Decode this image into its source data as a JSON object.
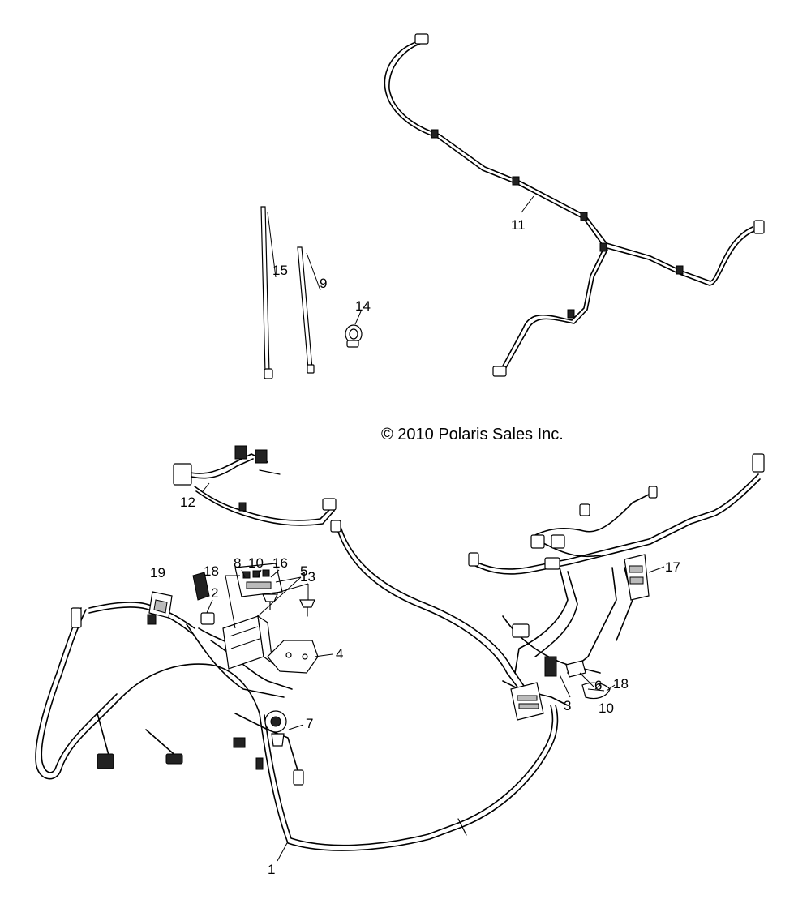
{
  "copyright": "© 2010 Polaris Sales Inc.",
  "callouts": {
    "c1": "1",
    "c2": "2",
    "c3": "3",
    "c4": "4",
    "c5": "5",
    "c6": "6",
    "c7": "7",
    "c8": "8",
    "c9": "9",
    "c10a": "10",
    "c10b": "10",
    "c11": "11",
    "c12": "12",
    "c13": "13",
    "c14": "14",
    "c15": "15",
    "c16": "16",
    "c17": "17",
    "c18a": "18",
    "c18b": "18",
    "c19": "19"
  }
}
